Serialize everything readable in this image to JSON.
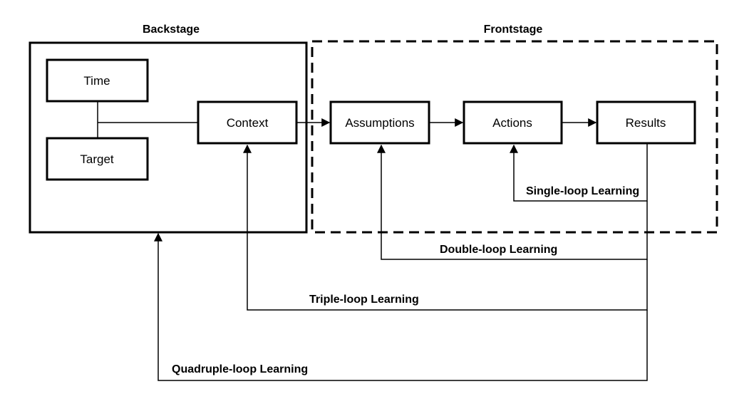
{
  "sections": {
    "backstage": "Backstage",
    "frontstage": "Frontstage"
  },
  "nodes": {
    "time": "Time",
    "target": "Target",
    "context": "Context",
    "assumptions": "Assumptions",
    "actions": "Actions",
    "results": "Results"
  },
  "loops": {
    "single": "Single-loop Learning",
    "double": "Double-loop Learning",
    "triple": "Triple-loop Learning",
    "quadruple": "Quadruple-loop Learning"
  }
}
